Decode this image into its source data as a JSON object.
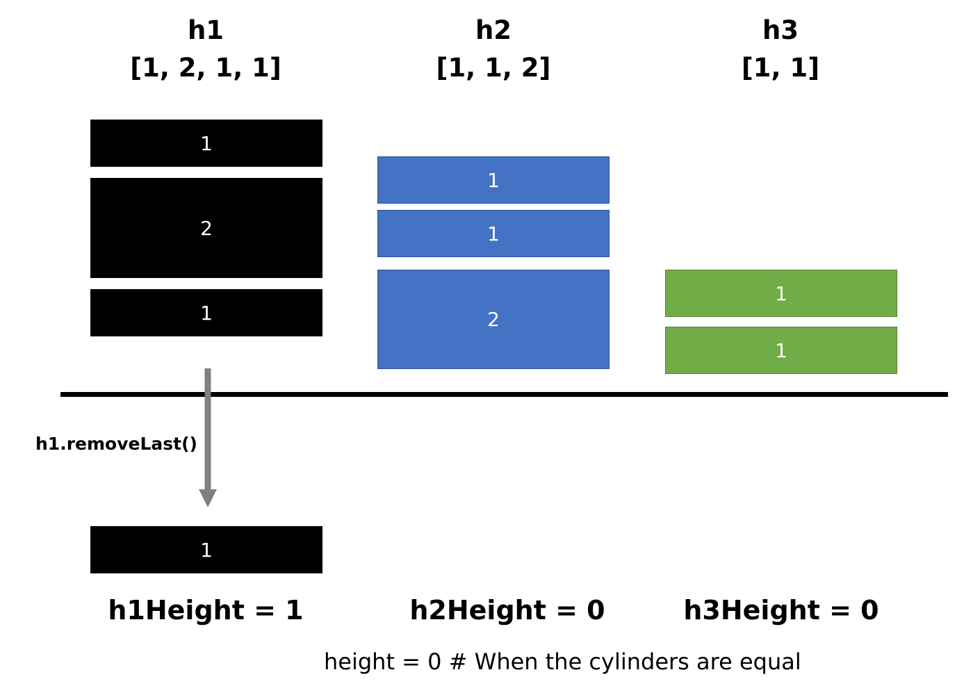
{
  "columns": [
    {
      "name": "h1",
      "array": "[1, 2, 1, 1]",
      "blocks": [
        "1",
        "2",
        "1"
      ],
      "color": "#000000"
    },
    {
      "name": "h2",
      "array": "[1, 1, 2]",
      "blocks": [
        "1",
        "1",
        "2"
      ],
      "color": "#4472c4"
    },
    {
      "name": "h3",
      "array": "[1, 1]",
      "blocks": [
        "1",
        "1"
      ],
      "color": "#70ad47"
    }
  ],
  "operation": {
    "label": "h1.removeLast()",
    "removed_block": "1",
    "arrow_color": "#808080"
  },
  "heights": {
    "h1": "h1Height = 1",
    "h2": "h2Height = 0",
    "h3": "h3Height = 0"
  },
  "note": "height = 0 # When the cylinders are equal"
}
